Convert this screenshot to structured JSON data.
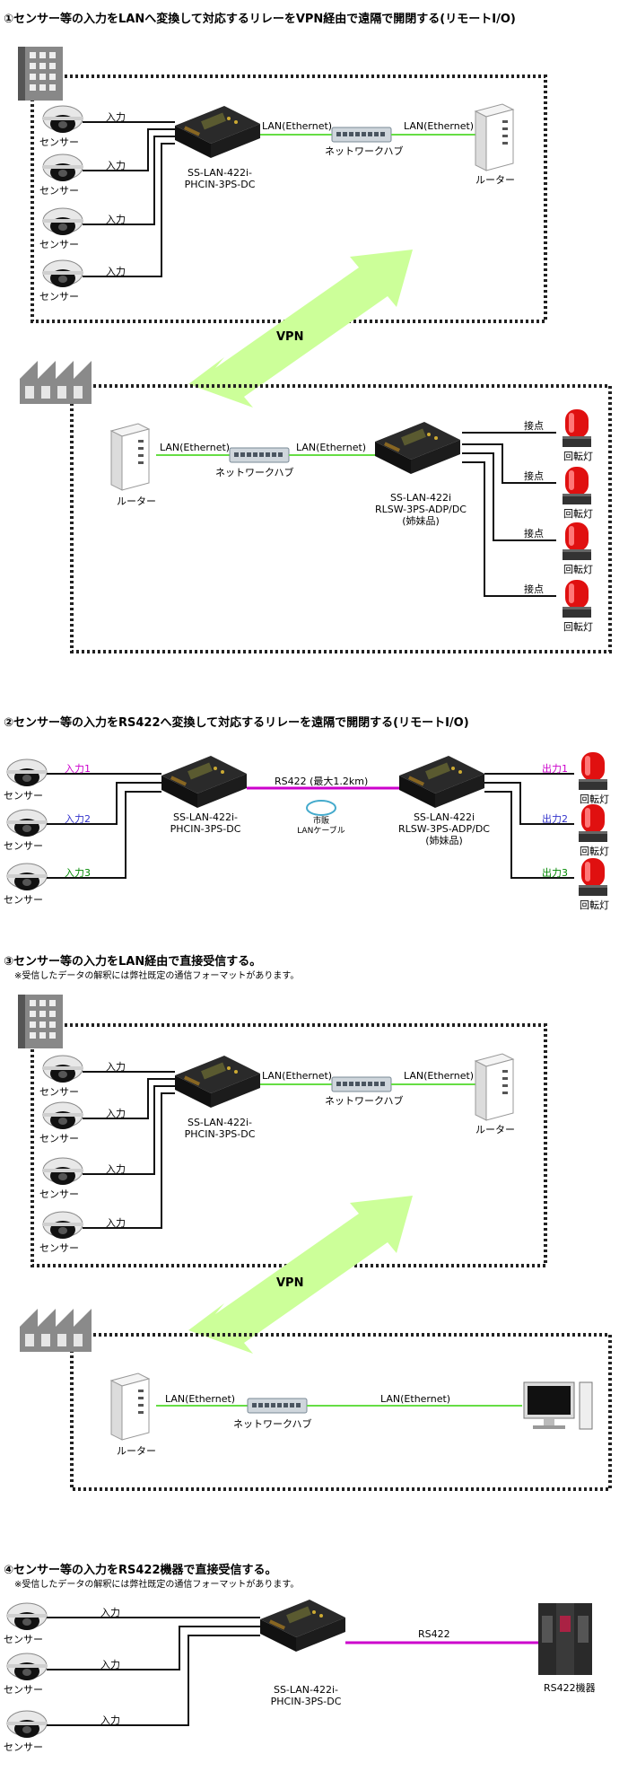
{
  "section1": {
    "title": "①センサー等の入力をLANへ変換して対応するリレーをVPN経由で遠隔で開閉する(リモートI/O)",
    "input_label": "入力",
    "sensor_label": "センサー",
    "lan_label": "LAN(Ethernet)",
    "hub_label": "ネットワークハブ",
    "router_label": "ルーター",
    "device_a": "SS-LAN-422i-\nPHCIN-3PS-DC",
    "vpn_label": "VPN",
    "device_b": "SS-LAN-422i\nRLSW-3PS-ADP/DC\n(姉妹品)",
    "contact_label": "接点",
    "lamp_label": "回転灯"
  },
  "section2": {
    "title": "②センサー等の入力をRS422へ変換して対応するリレーを遠隔で開閉する(リモートI/O)",
    "inputs": [
      "入力1",
      "入力2",
      "入力3"
    ],
    "outputs": [
      "出力1",
      "出力2",
      "出力3"
    ],
    "sensor_label": "センサー",
    "rs422_label": "RS422 (最大1.2km)",
    "cable_label": "市販\nLANケーブル",
    "device_a": "SS-LAN-422i-\nPHCIN-3PS-DC",
    "device_b": "SS-LAN-422i\nRLSW-3PS-ADP/DC\n(姉妹品)",
    "lamp_label": "回転灯",
    "colors": {
      "line1": "#cc00cc",
      "line2": "#3333cc",
      "line3": "#008800",
      "rs422": "#cc00cc"
    }
  },
  "section3": {
    "title": "③センサー等の入力をLAN経由で直接受信する。",
    "note": "※受信したデータの解釈には弊社既定の通信フォーマットがあります。",
    "input_label": "入力",
    "sensor_label": "センサー",
    "lan_label": "LAN(Ethernet)",
    "hub_label": "ネットワークハブ",
    "router_label": "ルーター",
    "device_a": "SS-LAN-422i-\nPHCIN-3PS-DC",
    "vpn_label": "VPN"
  },
  "section4": {
    "title": "④センサー等の入力をRS422機器で直接受信する。",
    "note": "※受信したデータの解釈には弊社既定の通信フォーマットがあります。",
    "input_label": "入力",
    "sensor_label": "センサー",
    "device_a": "SS-LAN-422i-\nPHCIN-3PS-DC",
    "rs422_label": "RS422",
    "rs422_device": "RS422機器"
  },
  "colors": {
    "lan": "#66dd44",
    "rs422": "#cc00cc",
    "vpn_arrow": "#ccff99",
    "dots": "#222222"
  }
}
